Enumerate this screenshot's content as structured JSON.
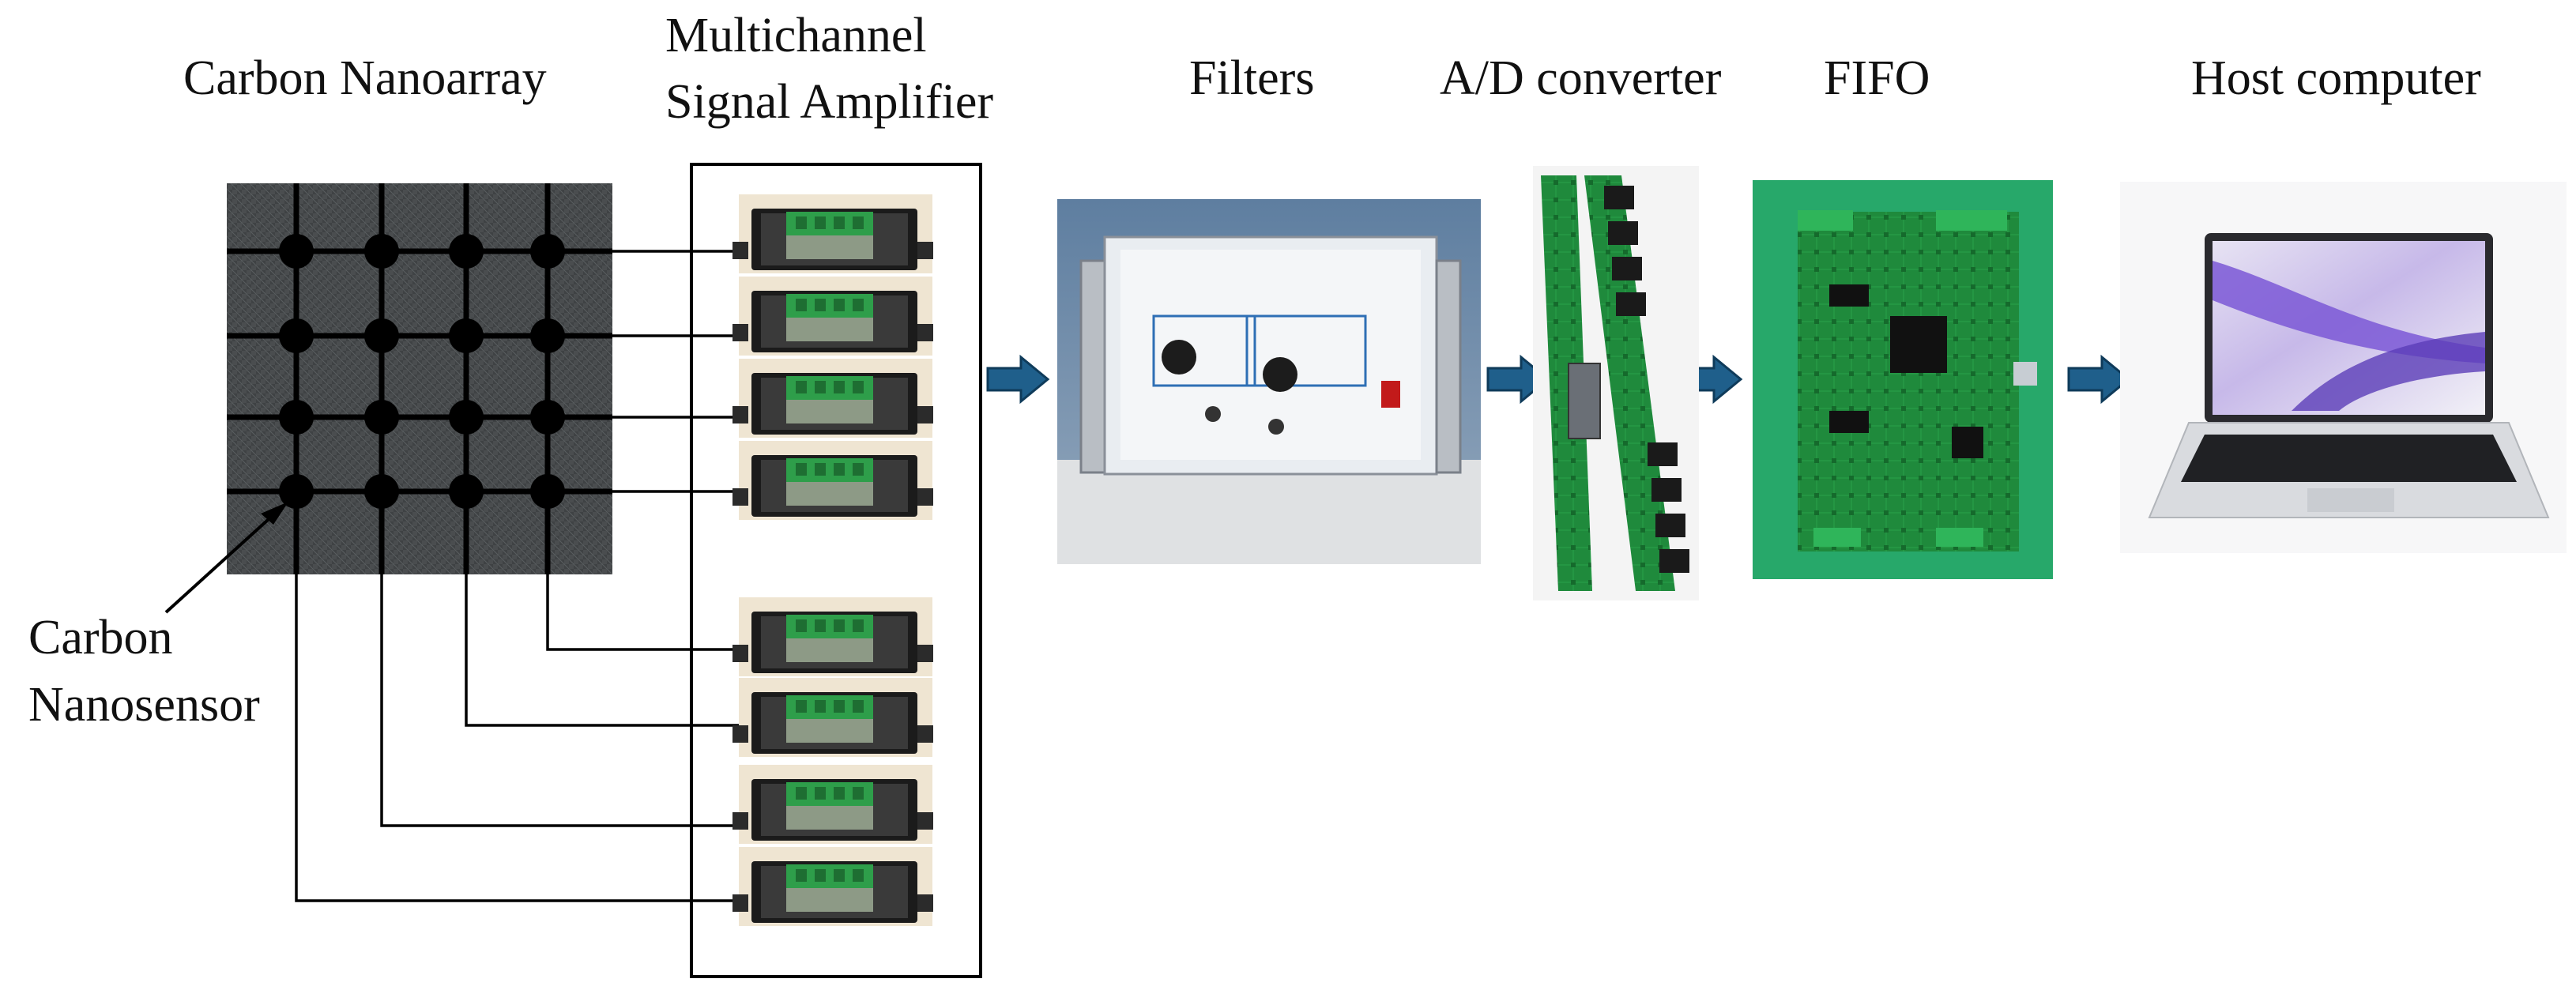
{
  "labels": {
    "carbon_nanoarray": "Carbon Nanoarray",
    "amplifier_line1": "Multichannel",
    "amplifier_line2": "Signal Amplifier",
    "filters": "Filters",
    "ad_converter": "A/D converter",
    "fifo": "FIFO",
    "host_computer": "Host computer",
    "nanosensor_line1": "Carbon",
    "nanosensor_line2": "Nanosensor"
  },
  "colors": {
    "arrow": "#1f5f8b",
    "array_bg": "#4a4d4f",
    "grid_line": "#000000",
    "amplifier_box": "#2a2a2a",
    "terminal_green": "#2e9e4a",
    "pcb_green": "#1f8a3c",
    "filter_panel": "#e9edf1",
    "filter_panel_accent": "#2e6fb5"
  }
}
